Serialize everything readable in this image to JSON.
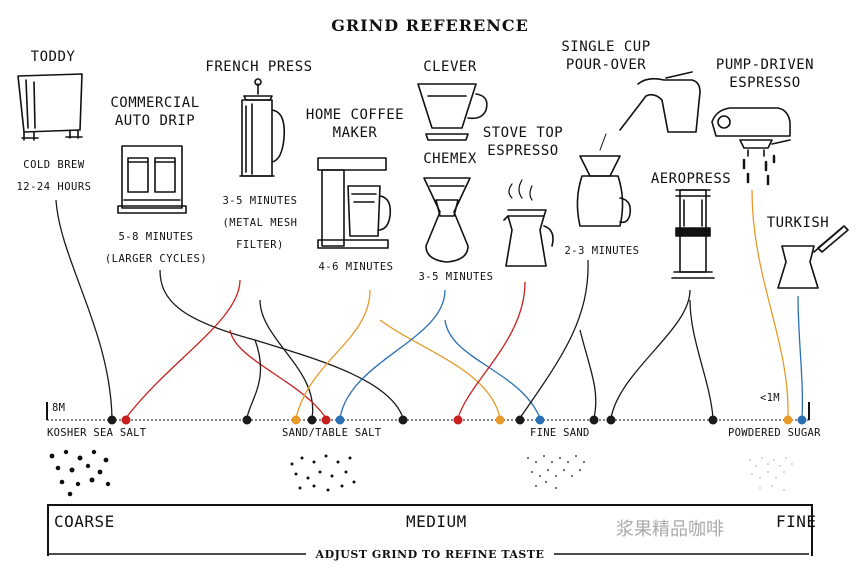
{
  "title": "GRIND REFERENCE",
  "methods": {
    "toddy": {
      "name": "TODDY",
      "note": "COLD BREW\n12-24 HOURS"
    },
    "auto_drip": {
      "name": "COMMERCIAL\nAUTO DRIP",
      "note": "5-8 MINUTES\n(LARGER CYCLES)"
    },
    "french_press": {
      "name": "FRENCH PRESS",
      "note": "3-5 MINUTES\n(METAL MESH\nFILTER)"
    },
    "home_coffee_maker": {
      "name": "HOME COFFEE\nMAKER",
      "note": "4-6 MINUTES"
    },
    "clever": {
      "name": "CLEVER"
    },
    "chemex": {
      "name": "CHEMEX",
      "note": "3-5 MINUTES"
    },
    "stove_top": {
      "name": "STOVE TOP\nESPRESSO"
    },
    "pour_over": {
      "name": "SINGLE CUP\nPOUR-OVER",
      "note": "2-3 MINUTES"
    },
    "aeropress": {
      "name": "AEROPRESS"
    },
    "espresso": {
      "name": "PUMP-DRIVEN\nESPRESSO"
    },
    "turkish": {
      "name": "TURKISH"
    }
  },
  "axis": {
    "left_size": "8M",
    "right_size": "<1M",
    "references": [
      "KOSHER SEA SALT",
      "SAND/TABLE SALT",
      "FINE SAND",
      "POWDERED SUGAR"
    ]
  },
  "scale": {
    "coarse": "COARSE",
    "medium": "MEDIUM",
    "fine": "FINE"
  },
  "footer": "ADJUST GRIND TO REFINE TASTE",
  "watermark": "浆果精品咖啡",
  "colors": {
    "black": "#1a1a1a",
    "red": "#c8201e",
    "orange": "#e79a2a",
    "blue": "#2a6fb4"
  }
}
